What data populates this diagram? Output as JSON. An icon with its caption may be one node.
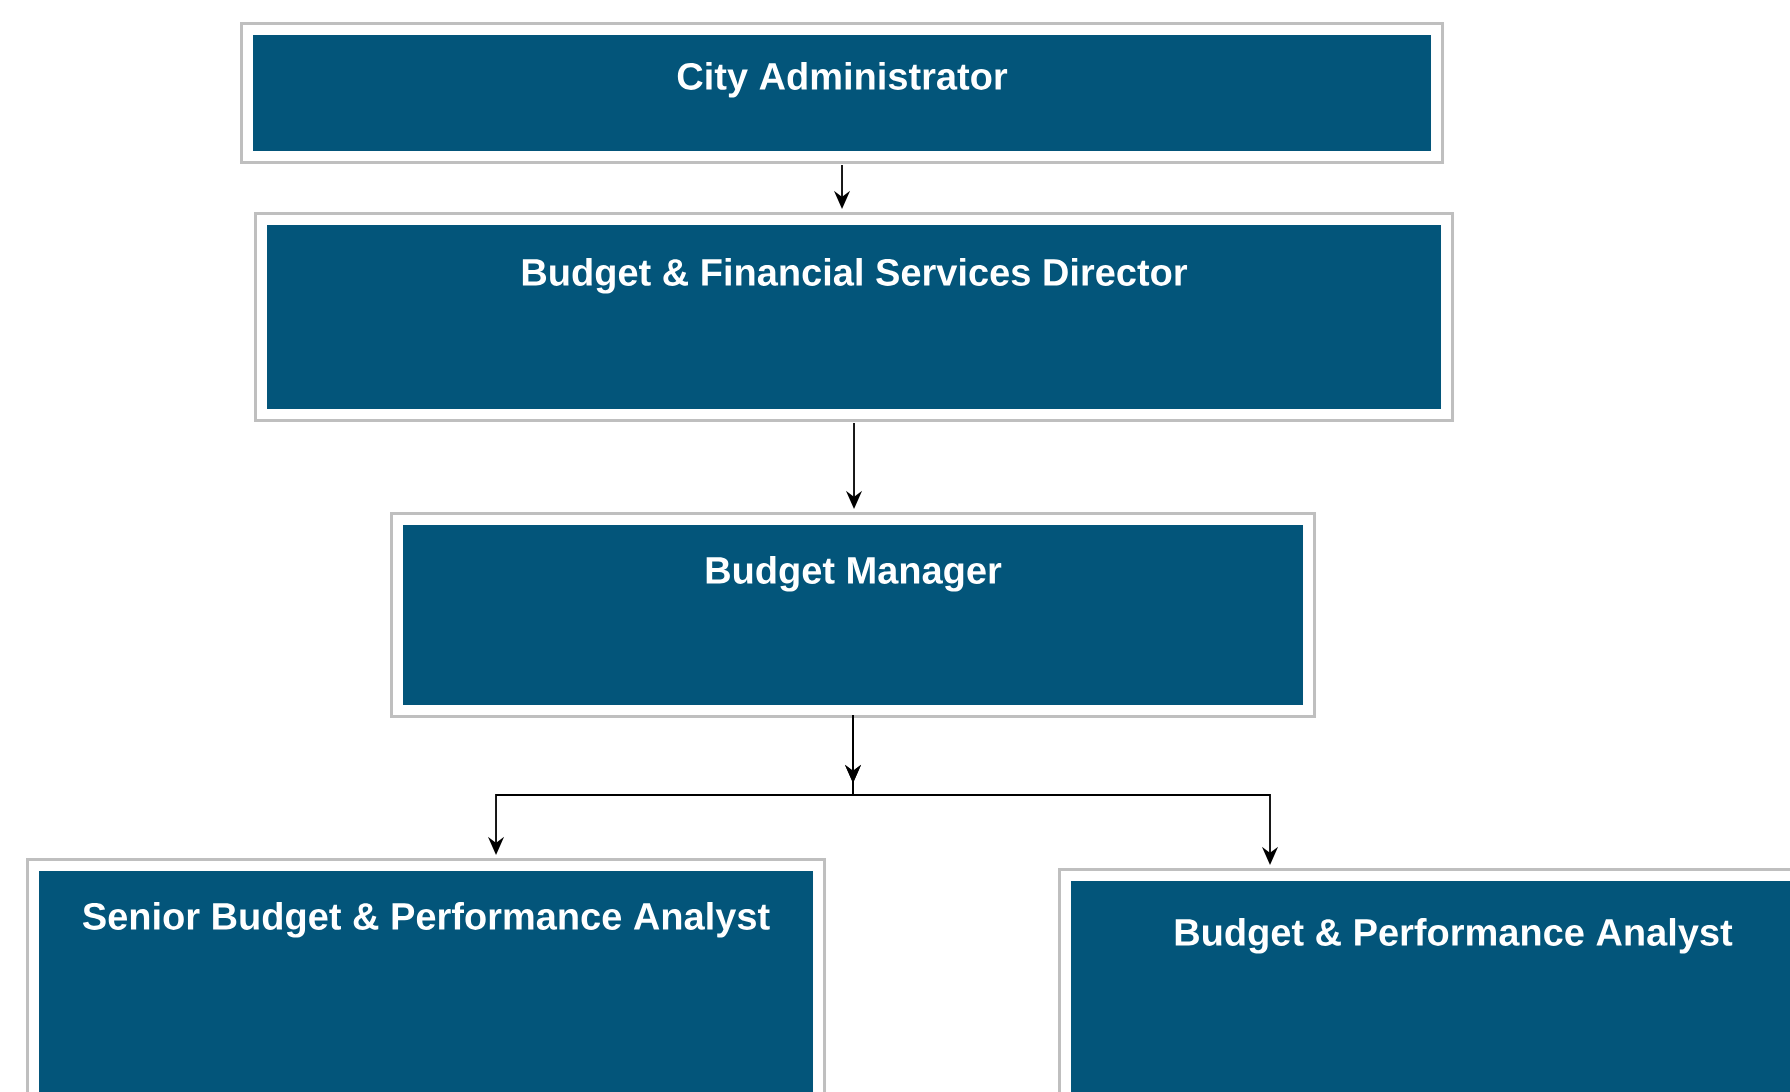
{
  "diagram": {
    "nodes": [
      {
        "text": [
          "City Administrator"
        ]
      },
      {
        "text": [
          "Budget & Financial Services Director"
        ]
      },
      {
        "text": [
          "Budget Manager"
        ]
      },
      {
        "text": [
          "Senior Budget & Performance Analyst"
        ]
      },
      {
        "text": [
          "Budget & Performance Analyst"
        ]
      }
    ],
    "edges": [
      {
        "from": 0,
        "to": 1,
        "arrow": "to"
      },
      {
        "from": 1,
        "to": 2,
        "arrow": "to"
      },
      {
        "from": 2,
        "to": 3,
        "arrow": "to"
      },
      {
        "from": 2,
        "to": 4,
        "arrow": "to"
      }
    ]
  }
}
